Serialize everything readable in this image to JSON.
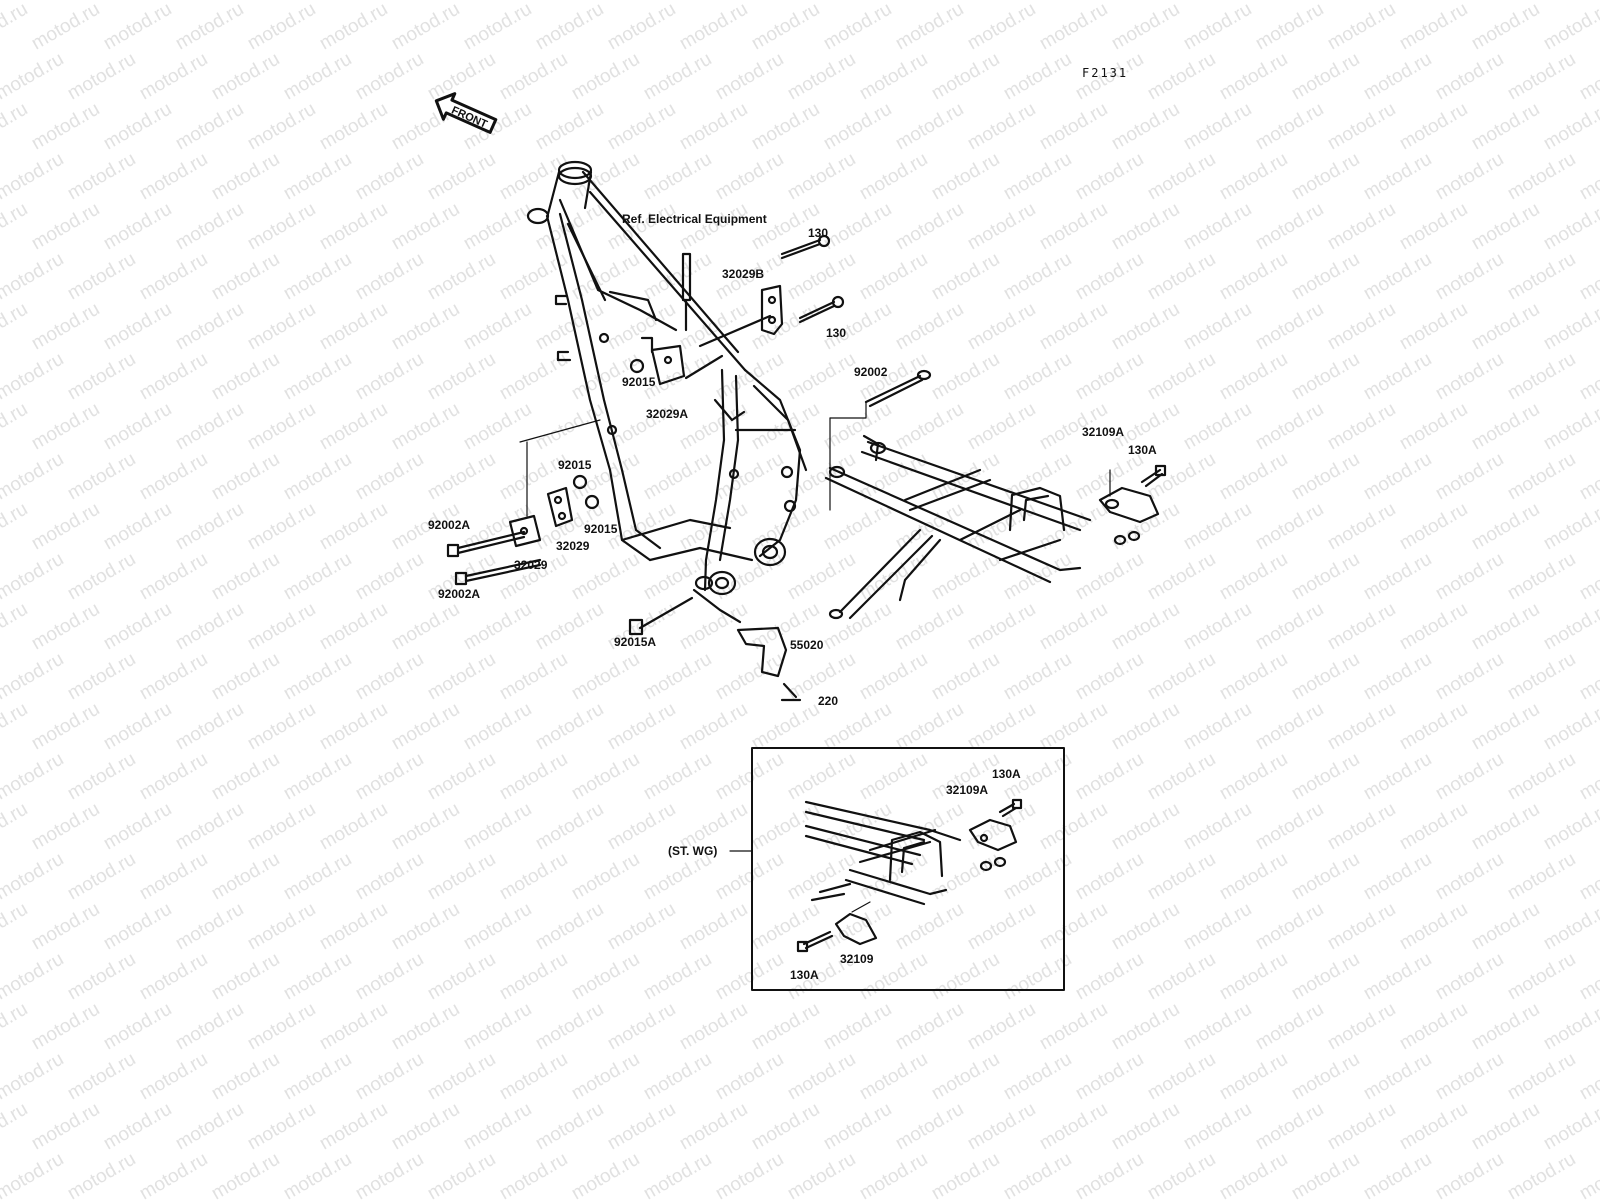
{
  "figure_code": "F2131",
  "front_arrow_label": "FRONT",
  "watermark_text": "motod.ru",
  "inset_label": "(ST. WG)",
  "reference_note": "Ref. Electrical Equipment",
  "callouts": {
    "c130_top": "130",
    "c32029B": "32029B",
    "c130_mid": "130",
    "c92015_top": "92015",
    "c32029A": "32029A",
    "c92002": "92002",
    "c32109A": "32109A",
    "c130A_main": "130A",
    "c92015_a": "92015",
    "c92015_b": "92015",
    "c32029_a": "32029",
    "c92002A_top": "92002A",
    "c32029_b": "32029",
    "c92002A_bot": "92002A",
    "c92015A": "92015A",
    "c55020": "55020",
    "c220": "220",
    "c130A_inset_top": "130A",
    "c32109A_inset": "32109A",
    "c32109_inset": "32109",
    "c130A_inset_bot": "130A"
  },
  "colors": {
    "line": "#111111",
    "watermark": "#e1e1e1",
    "background": "#ffffff"
  }
}
